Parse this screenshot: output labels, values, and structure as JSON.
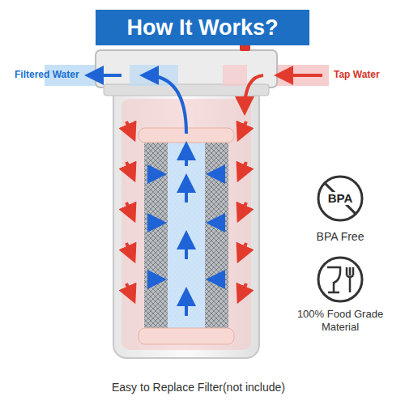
{
  "diagram": {
    "title": "How It Works?",
    "caption": "Easy to Replace Filter(not include)",
    "nodes": [
      {
        "text": [
          "BPA"
        ]
      }
    ],
    "labels": [
      "Filtered Water",
      "Tap Water",
      "BPA Free",
      "100% Food Grade Material"
    ]
  }
}
